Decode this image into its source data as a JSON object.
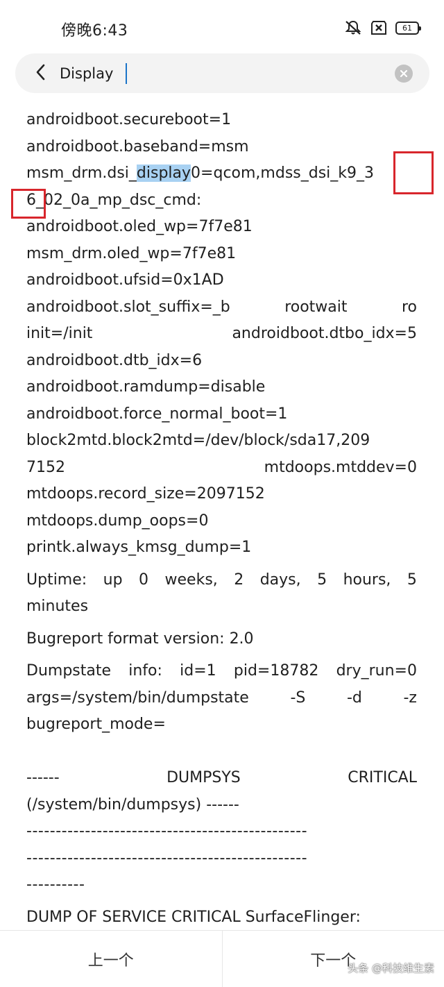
{
  "status_bar": {
    "time": "傍晚6:43",
    "battery": "61",
    "icons": [
      "mute-icon",
      "sim-off-icon",
      "battery-icon"
    ]
  },
  "search": {
    "query": "Display",
    "back_icon": "chevron-left-icon",
    "clear_icon": "clear-icon"
  },
  "content": {
    "lines": [
      "androidboot.secureboot=1",
      "androidboot.baseband=msm"
    ],
    "dsi_line": {
      "pre": "msm_drm.dsi_",
      "match": "display",
      "post": "0=qcom,mdss_dsi_k9_3"
    },
    "lines2": [
      "6_02_0a_mp_dsc_cmd:",
      "androidboot.oled_wp=7f7e81",
      "msm_drm.oled_wp=7f7e81",
      "androidboot.ufsid=0x1AD"
    ],
    "slot_line": [
      "androidboot.slot_suffix=_b",
      "rootwait",
      "ro"
    ],
    "init_line": [
      "init=/init",
      "androidboot.dtbo_idx=5"
    ],
    "lines3": [
      "androidboot.dtb_idx=6",
      "androidboot.ramdump=disable",
      "androidboot.force_normal_boot=1",
      "block2mtd.block2mtd=/dev/block/sda17,209"
    ],
    "mtd_line": [
      "7152",
      "mtdoops.mtddev=0"
    ],
    "lines4": [
      "mtdoops.record_size=2097152",
      "mtdoops.dump_oops=0",
      "printk.always_kmsg_dump=1"
    ],
    "uptime_line": [
      "Uptime:",
      "up",
      "0",
      "weeks,",
      "2",
      "days,",
      "5",
      "hours,",
      "5"
    ],
    "uptime_cont": "minutes",
    "bugreport": "Bugreport format version: 2.0",
    "dumpstate_line": [
      "Dumpstate",
      "info:",
      "id=1",
      "pid=18782",
      "dry_run=0"
    ],
    "args_line": [
      "args=/system/bin/dumpstate",
      "-S",
      "-d",
      "-z"
    ],
    "bugreport_mode": "bugreport_mode=",
    "dumpsys_line": [
      "------",
      "DUMPSYS",
      "CRITICAL"
    ],
    "dumpsys_cont": "(/system/bin/dumpsys) ------",
    "dash_rule_1": "------------------------------------------------",
    "dash_rule_2": "------------------------------------------------",
    "dash_rule_3": "----------",
    "dump_service": "DUMP OF SERVICE CRITICAL SurfaceFlinger:"
  },
  "bottom_nav": {
    "prev": "上一个",
    "next": "下一个"
  },
  "watermark": "头条 @科技维生素"
}
